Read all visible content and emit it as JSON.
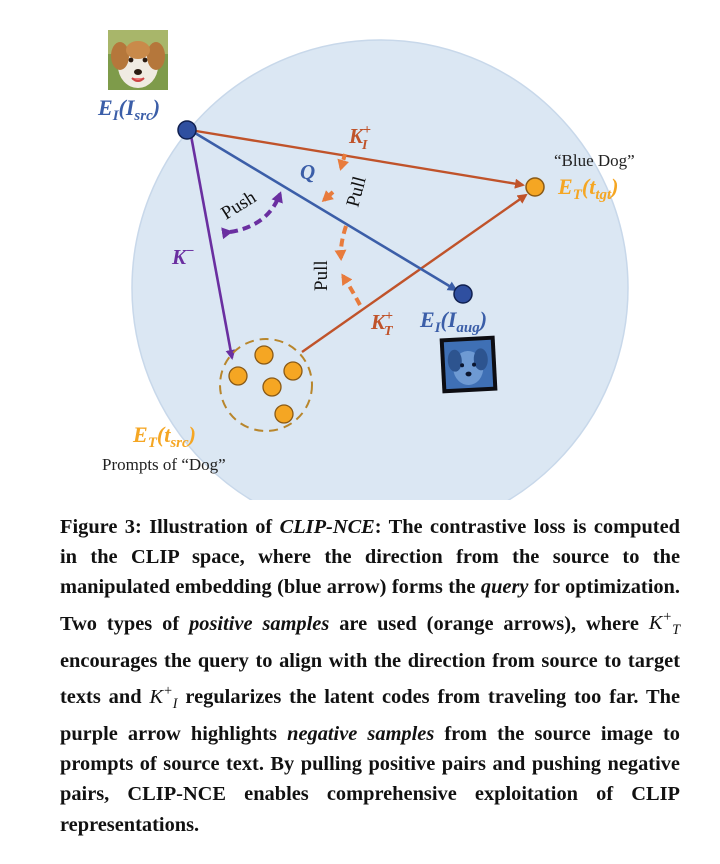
{
  "nodes": {
    "source_image_label": {
      "main": "E",
      "sub_e": "I",
      "paren_open": "(",
      "var": "I",
      "sub_var": "src",
      "paren_close": ")"
    },
    "aug_image_label": {
      "main": "E",
      "sub_e": "I",
      "paren_open": "(",
      "var": "I",
      "sub_var": "aug",
      "paren_close": ")"
    },
    "target_text_label": {
      "main": "E",
      "sub_e": "T",
      "paren_open": "(",
      "var": "t",
      "sub_var": "tgt",
      "paren_close": ")"
    },
    "source_text_label": {
      "main": "E",
      "sub_e": "T",
      "paren_open": "(",
      "var": "t",
      "sub_var": "src",
      "paren_close": ")"
    }
  },
  "annotations": {
    "target_prompt": "“Blue Dog”",
    "source_prompts": "Prompts of “Dog”",
    "query": "Q",
    "negative": {
      "main": "K",
      "sup": "−"
    },
    "positive_image": {
      "main": "K",
      "sub": "I",
      "sup": "+"
    },
    "positive_text": {
      "main": "K",
      "sub": "T",
      "sup": "+"
    },
    "push": "Push",
    "pull_top": "Pull",
    "pull_bottom": "Pull"
  },
  "colors": {
    "blue": "#3b5ea8",
    "orange": "#f5a623",
    "orange_line": "#c0532a",
    "purple": "#6a2fa0",
    "dashed_orange": "#e87b3c",
    "sphere": "#dbe7f3",
    "sphere_stroke": "#c8d8ea"
  },
  "caption": {
    "figure_label": "Figure 3:",
    "t1": " Illustration of ",
    "method_name": "CLIP-NCE",
    "t2": ": The contrastive loss is computed in the CLIP space, where the direction from the source to the manipulated embedding (blue arrow) forms the ",
    "query_word": "query",
    "t3": " for optimization. Two types of ",
    "positive_word": "positive samples",
    "t4": " are used (orange arrows), where ",
    "kt_main": "K",
    "kt_sub": "T",
    "kt_sup": "+",
    "t5": " encourages the query to align with the direction from source to target texts and ",
    "ki_main": "K",
    "ki_sub": "I",
    "ki_sup": "+",
    "t6": " regularizes the latent codes from traveling too far. The purple arrow highlights ",
    "negative_word": "negative samples",
    "t7": " from the source image to prompts of source text. By pulling positive pairs and pushing negative pairs, CLIP-NCE enables comprehensive exploitation of CLIP representations."
  }
}
